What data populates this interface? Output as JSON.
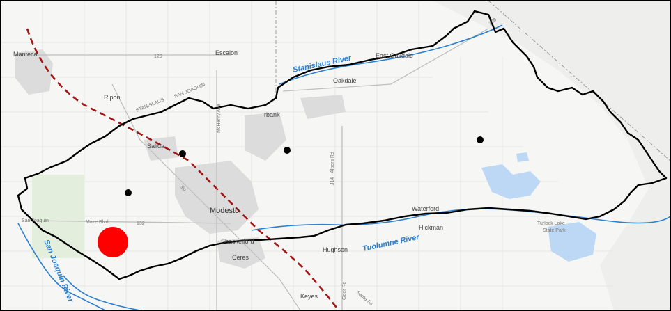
{
  "map": {
    "cities": {
      "manteca": "Manteca",
      "escalon": "Escalon",
      "ripon": "Ripon",
      "oakdale": "Oakdale",
      "east_oakdale": "East Oakdale",
      "riverbank": "rbank",
      "salida": "Salida",
      "modesto": "Modesto",
      "waterford": "Waterford",
      "empire": "Hickman",
      "shackelford": "Shackelford",
      "ceres": "Ceres",
      "hughson": "Hughson",
      "keyes": "Keyes",
      "san_joaquin": "San Joaquin",
      "stanislaus": "STANISLAUS",
      "san_joaquin_county": "SAN JOAQUIN",
      "turlock_lake": "Turlock Lake",
      "state_park": "State Park"
    },
    "roads": {
      "route_120": "120",
      "route_132": "132",
      "route_99": "99",
      "route_108": "108",
      "maze_blvd": "Maze Blvd",
      "mchenry": "McHenry Ave",
      "albers": "J14 - Albers Rd",
      "geer": "Geer Rd",
      "santa_fe": "Santa Fe"
    },
    "rivers": {
      "stanislaus": "Stanislaus River",
      "tuolumne": "Tuolumne River",
      "san_joaquin": "San Joaquin River"
    },
    "colors": {
      "boundary": "#000000",
      "rail_dashed": "#a31515",
      "river": "#2a7fd0",
      "water_body": "#bcd8f5",
      "urban": "#dcdcdc",
      "large_marker": "#ff0000",
      "small_marker": "#000000"
    },
    "markers": [
      "large-red-site",
      "well-site-1",
      "well-site-2",
      "well-site-3",
      "well-site-4"
    ]
  }
}
